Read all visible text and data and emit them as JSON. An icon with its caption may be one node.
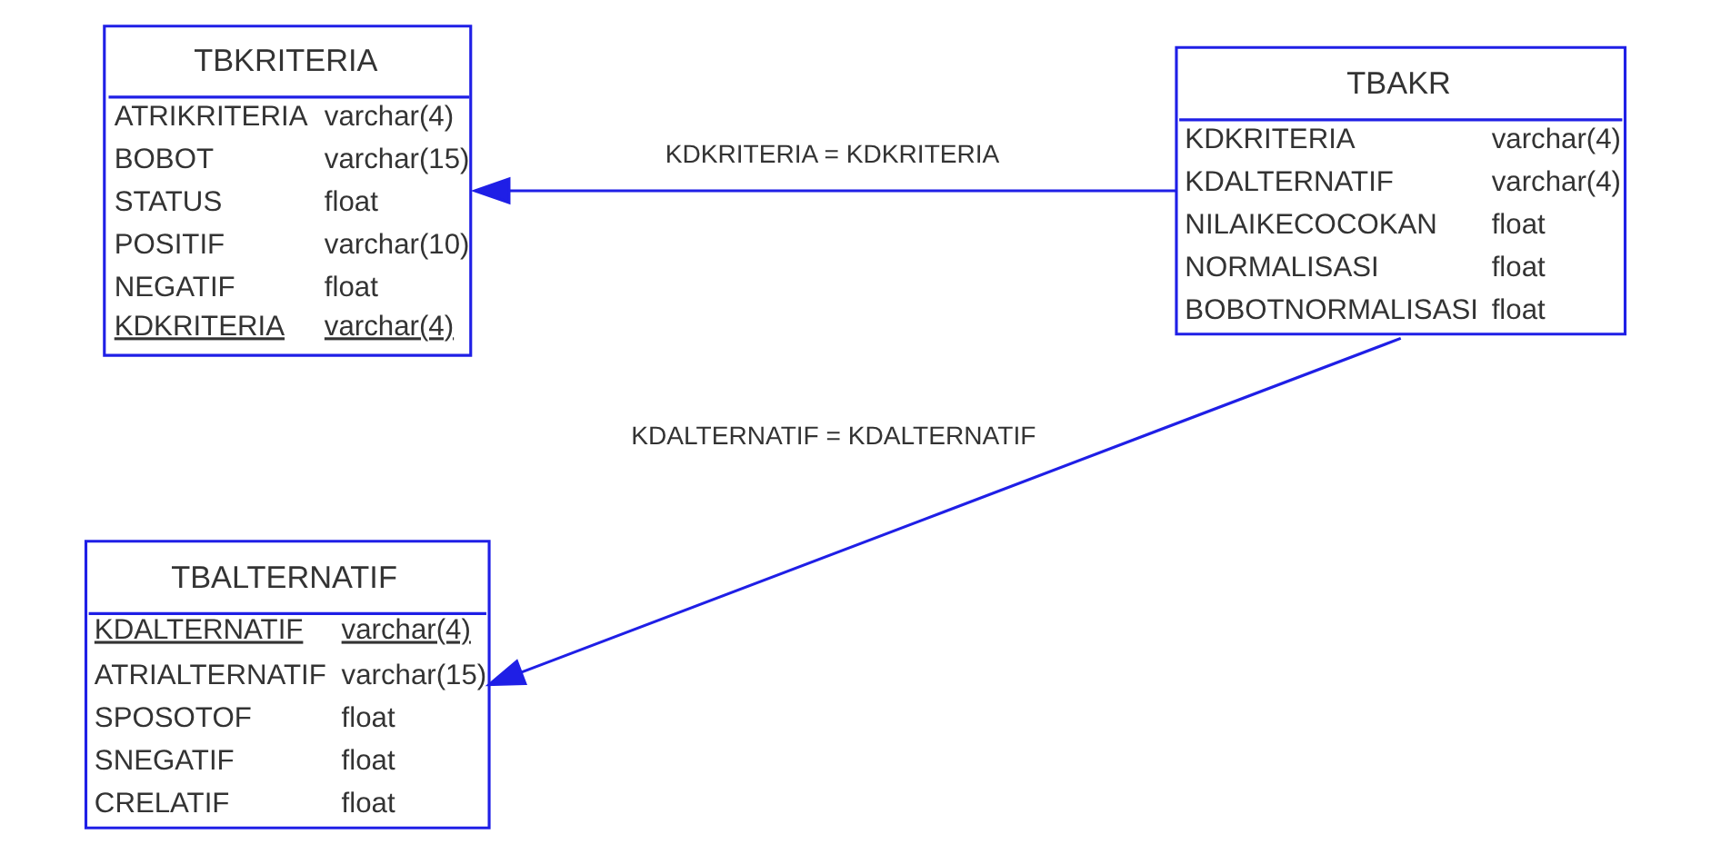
{
  "diagram": {
    "nodes": [
      {
        "text": [
          "TBKRITERIA",
          "ATRIKRITERIA",
          "varchar(4)",
          "BOBOT",
          "varchar(15)",
          "STATUS",
          "float",
          "POSITIF",
          "varchar(10)",
          "NEGATIF",
          "float",
          "KDKRITERIA",
          "varchar(4)"
        ]
      },
      {
        "text": [
          "TBAKR",
          "KDKRITERIA",
          "varchar(4)",
          "KDALTERNATIF",
          "varchar(4)",
          "NILAIKECOCOKAN",
          "float",
          "NORMALISASI",
          "float",
          "BOBOTNORMALISASI",
          "float"
        ]
      },
      {
        "text": [
          "TBALTERNATIF",
          "KDALTERNATIF",
          "varchar(4)",
          "ATRIALTERNATIF",
          "varchar(15)",
          "SPOSOTOF",
          "float",
          "SNEGATIF",
          "float",
          "CRELATIF",
          "float"
        ]
      }
    ],
    "edges": [
      {
        "from": 1,
        "to": 0,
        "arrow": "to",
        "label": "KDKRITERIA = KDKRITERIA"
      },
      {
        "from": 1,
        "to": 2,
        "arrow": "to",
        "label": "KDALTERNATIF = KDALTERNATIF"
      }
    ]
  }
}
